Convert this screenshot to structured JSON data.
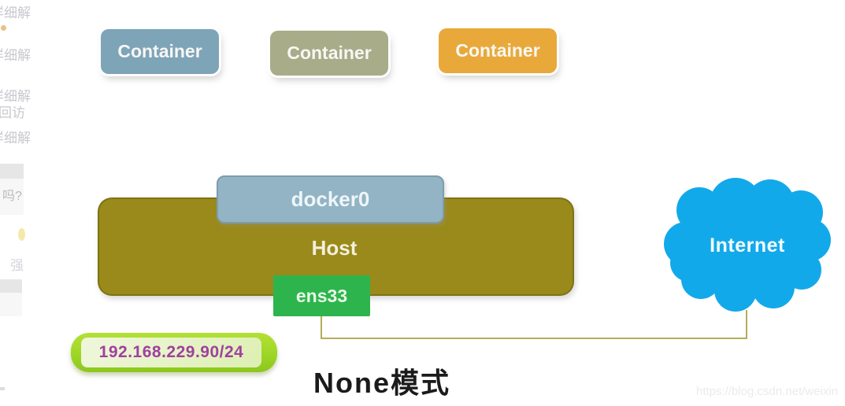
{
  "diagram": {
    "containers": [
      {
        "label": "Container",
        "color": "#7ea4b8"
      },
      {
        "label": "Container",
        "color": "#a8ac88"
      },
      {
        "label": "Container",
        "color": "#e9a93a"
      }
    ],
    "docker0": {
      "label": "docker0",
      "color": "#92b4c4"
    },
    "host": {
      "label": "Host",
      "color": "#9a8a1b"
    },
    "ens33": {
      "label": "ens33",
      "color": "#2eb44d"
    },
    "internet": {
      "label": "Internet",
      "color": "#12a9ea"
    },
    "ip_label": {
      "text": "192.168.229.90/24",
      "text_color": "#a0409f",
      "pill_color": "#9ed626"
    },
    "title": "None模式",
    "connector_color": "#b5ad58"
  },
  "watermark": {
    "text": "https://blog.csdn.net/weixin"
  },
  "page_edge": {
    "fragments": [
      {
        "text": "详细解"
      },
      {
        "text": "详细解"
      },
      {
        "text": "详细解"
      },
      {
        "text": "回访"
      },
      {
        "text": "详细解"
      },
      {
        "text": "吗?"
      },
      {
        "text": "强"
      }
    ]
  }
}
